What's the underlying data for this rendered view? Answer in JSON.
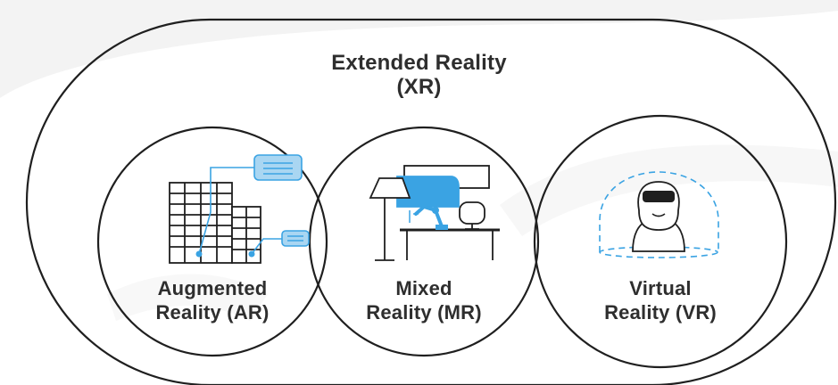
{
  "outer": {
    "title_line1": "Extended Reality",
    "title_line2": "(XR)"
  },
  "circles": [
    {
      "id": "ar",
      "line1": "Augmented",
      "line2": "Reality (AR)"
    },
    {
      "id": "mr",
      "line1": "Mixed",
      "line2": "Reality (MR)"
    },
    {
      "id": "vr",
      "line1": "Virtual",
      "line2": "Reality (VR)"
    }
  ],
  "colors": {
    "stroke": "#1f1f1f",
    "accent": "#3aa3e3",
    "accent_light": "#a9d6f2",
    "text": "#2e2e2e",
    "background_watermark": "#f2f2f2"
  },
  "icons": {
    "ar": "buildings-with-info-tags-icon",
    "mr": "desk-lamp-robot-arm-computer-icon",
    "vr": "person-with-vr-headset-icon"
  }
}
